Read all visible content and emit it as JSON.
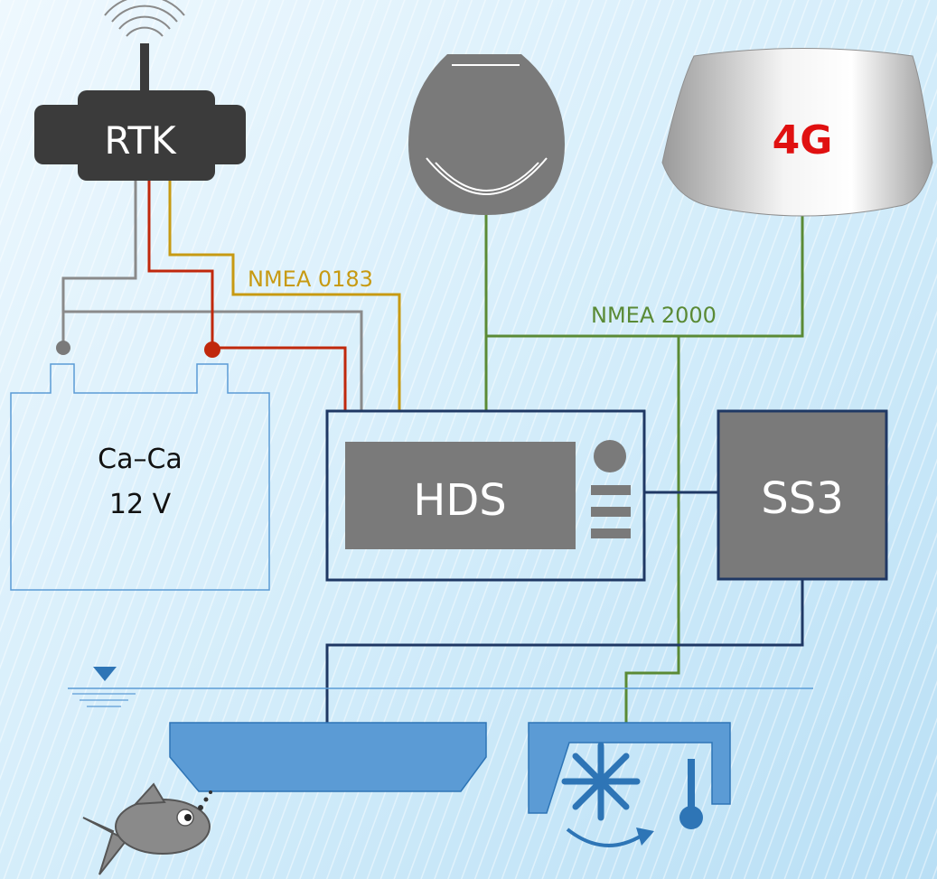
{
  "colors": {
    "background_light": "#eaf6fd",
    "background_mid": "#c6e6f8",
    "device_gray": "#7a7a7a",
    "dark_device": "#3b3b3b",
    "navy": "#1f3864",
    "cable_red": "#c0280c",
    "cable_gold": "#c79a12",
    "cable_gray": "#8a8a8a",
    "cable_green": "#5a8a35",
    "water_blue": "#5b9bd5",
    "alert_red": "#e01010"
  },
  "labels": {
    "rtk": "RTK",
    "four_g": "4G",
    "nmea0183": "NMEA 0183",
    "nmea2000": "NMEA 2000",
    "battery_line1": "Ca–Ca",
    "battery_line2": "12 V",
    "hds": "HDS",
    "ss3": "SS3"
  }
}
